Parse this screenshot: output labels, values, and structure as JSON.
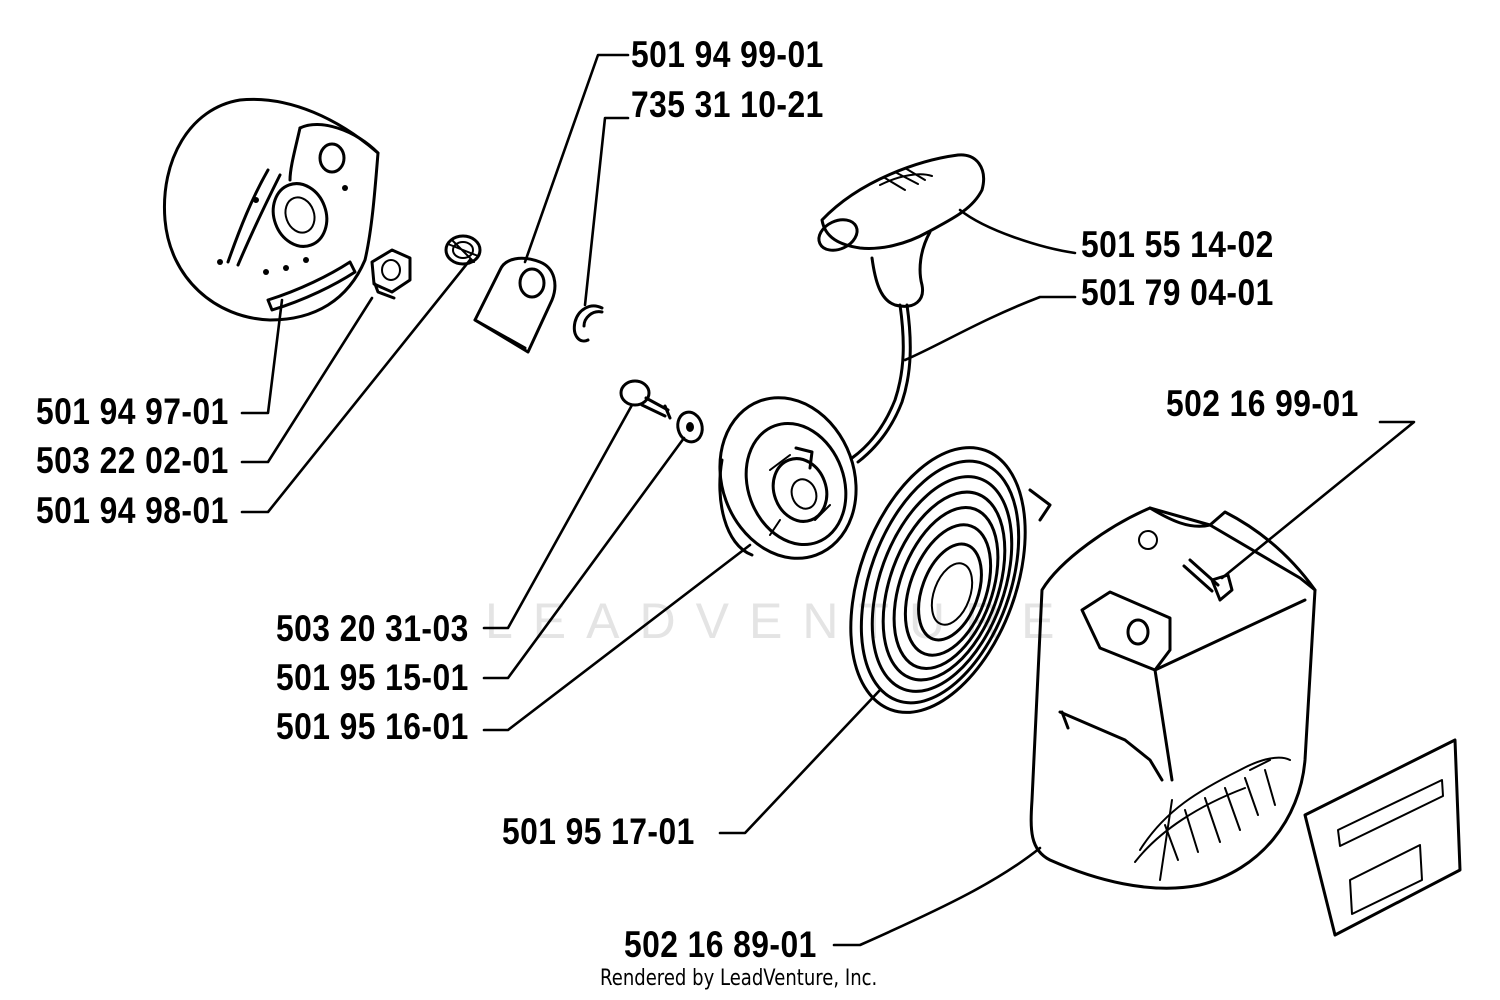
{
  "diagram": {
    "watermark": "LEADVENTURE",
    "credit": "Rendered by LeadVenture, Inc.",
    "callouts": [
      {
        "id": "p-501949901",
        "text": "501 94 99-01"
      },
      {
        "id": "p-735311021",
        "text": "735 31 10-21"
      },
      {
        "id": "p-501551402",
        "text": "501 55 14-02"
      },
      {
        "id": "p-501790401",
        "text": "501 79 04-01"
      },
      {
        "id": "p-502169901",
        "text": "502 16 99-01"
      },
      {
        "id": "p-501949701",
        "text": "501 94 97-01"
      },
      {
        "id": "p-503220201",
        "text": "503 22 02-01"
      },
      {
        "id": "p-501949801",
        "text": "501 94 98-01"
      },
      {
        "id": "p-503203103",
        "text": "503 20 31-03"
      },
      {
        "id": "p-501951501",
        "text": "501 95 15-01"
      },
      {
        "id": "p-501951601",
        "text": "501 95 16-01"
      },
      {
        "id": "p-501951701",
        "text": "501 95 17-01"
      },
      {
        "id": "p-502168901",
        "text": "502 16 89-01"
      }
    ]
  }
}
